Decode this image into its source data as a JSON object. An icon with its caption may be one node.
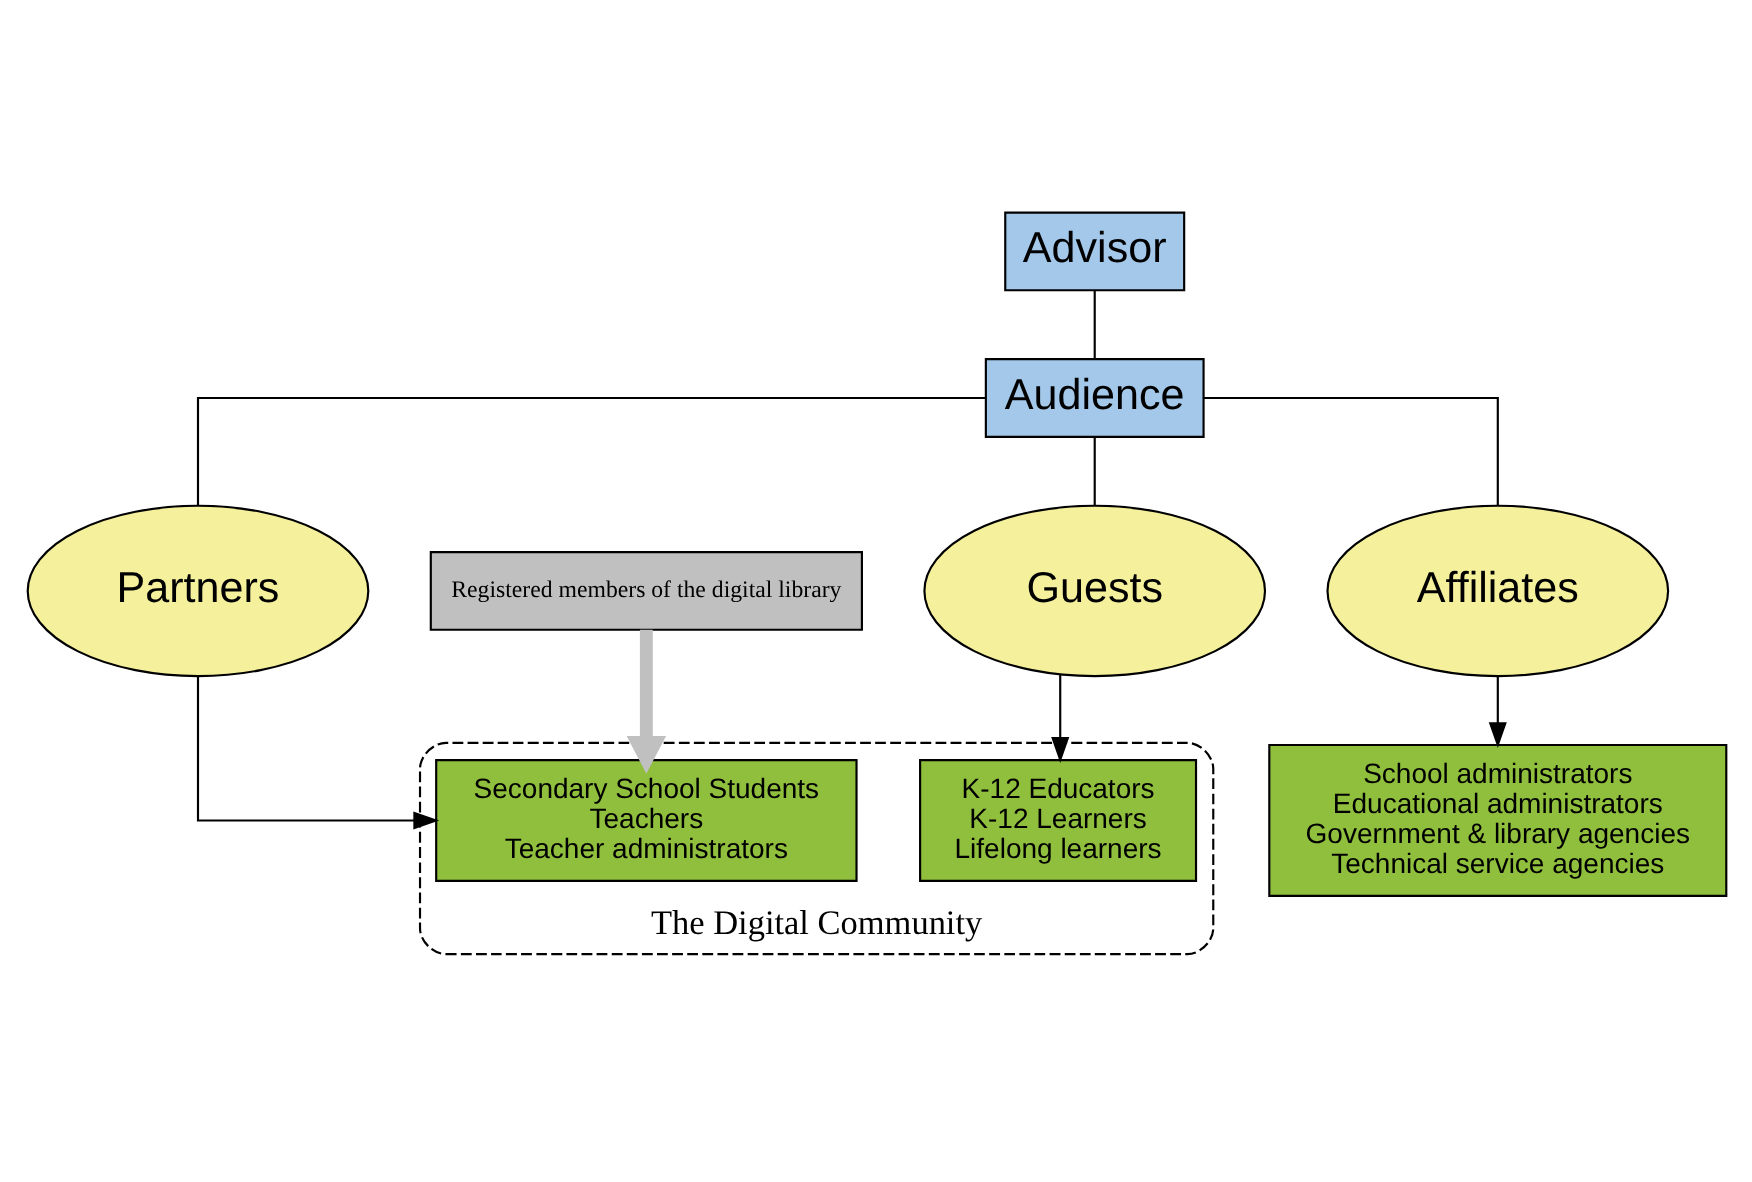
{
  "diagram": {
    "nodes": [
      {
        "text": [
          "Advisor"
        ]
      },
      {
        "text": [
          "Audience"
        ]
      },
      {
        "text": [
          "Partners"
        ]
      },
      {
        "text": [
          "Guests"
        ]
      },
      {
        "text": [
          "Affiliates"
        ]
      },
      {
        "text": [
          "The Digital Community"
        ]
      },
      {
        "text": [
          "Secondary School Students",
          "Teachers",
          "Teacher administrators"
        ],
        "in": 5
      },
      {
        "text": [
          "K-12 Educators",
          "K-12 Learners",
          "Lifelong learners"
        ],
        "in": 5
      },
      {
        "text": [
          "School administrators",
          "Educational administrators",
          "Government & library agencies",
          "Technical service agencies"
        ]
      },
      {
        "text": [
          "Registered members of the digital library"
        ]
      }
    ],
    "edges": [
      {
        "from": 0,
        "to": 1,
        "arrow": "none"
      },
      {
        "from": 1,
        "to": 2,
        "arrow": "none"
      },
      {
        "from": 1,
        "to": 3,
        "arrow": "none"
      },
      {
        "from": 1,
        "to": 4,
        "arrow": "none"
      },
      {
        "from": 2,
        "to": 6,
        "arrow": "to"
      },
      {
        "from": 3,
        "to": 7,
        "arrow": "to"
      },
      {
        "from": 4,
        "to": 8,
        "arrow": "to"
      },
      {
        "from": 9,
        "to": 6,
        "arrow": "to",
        "style": "thick",
        "color": "#c0c0c0"
      }
    ]
  }
}
